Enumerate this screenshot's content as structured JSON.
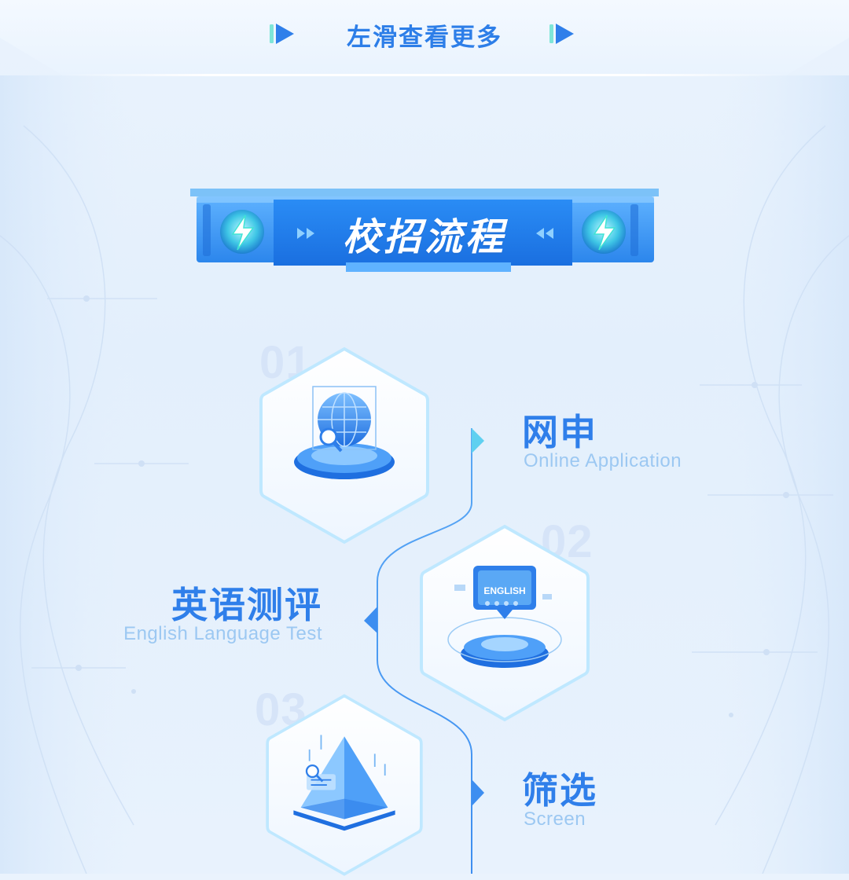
{
  "header": {
    "hint": "左滑查看更多",
    "left_arrow_icon": "play-arrow-icon",
    "right_arrow_icon": "play-arrow-icon"
  },
  "banner": {
    "title": "校招流程",
    "left_icon": "lightning-icon",
    "right_icon": "lightning-icon"
  },
  "steps": [
    {
      "number": "01",
      "title": "网申",
      "subtitle": "Online Application",
      "icon": "globe-search-icon"
    },
    {
      "number": "02",
      "title": "英语测评",
      "subtitle": "English Language Test",
      "icon": "english-screen-icon",
      "badge": "ENGLISH"
    },
    {
      "number": "03",
      "title": "筛选",
      "subtitle": "Screen",
      "icon": "pyramid-icon"
    }
  ],
  "colors": {
    "accent": "#2f7fea",
    "accent_light": "#9cc8f2",
    "banner_blue": "#2e8ff0",
    "teal": "#3fe3d4"
  }
}
